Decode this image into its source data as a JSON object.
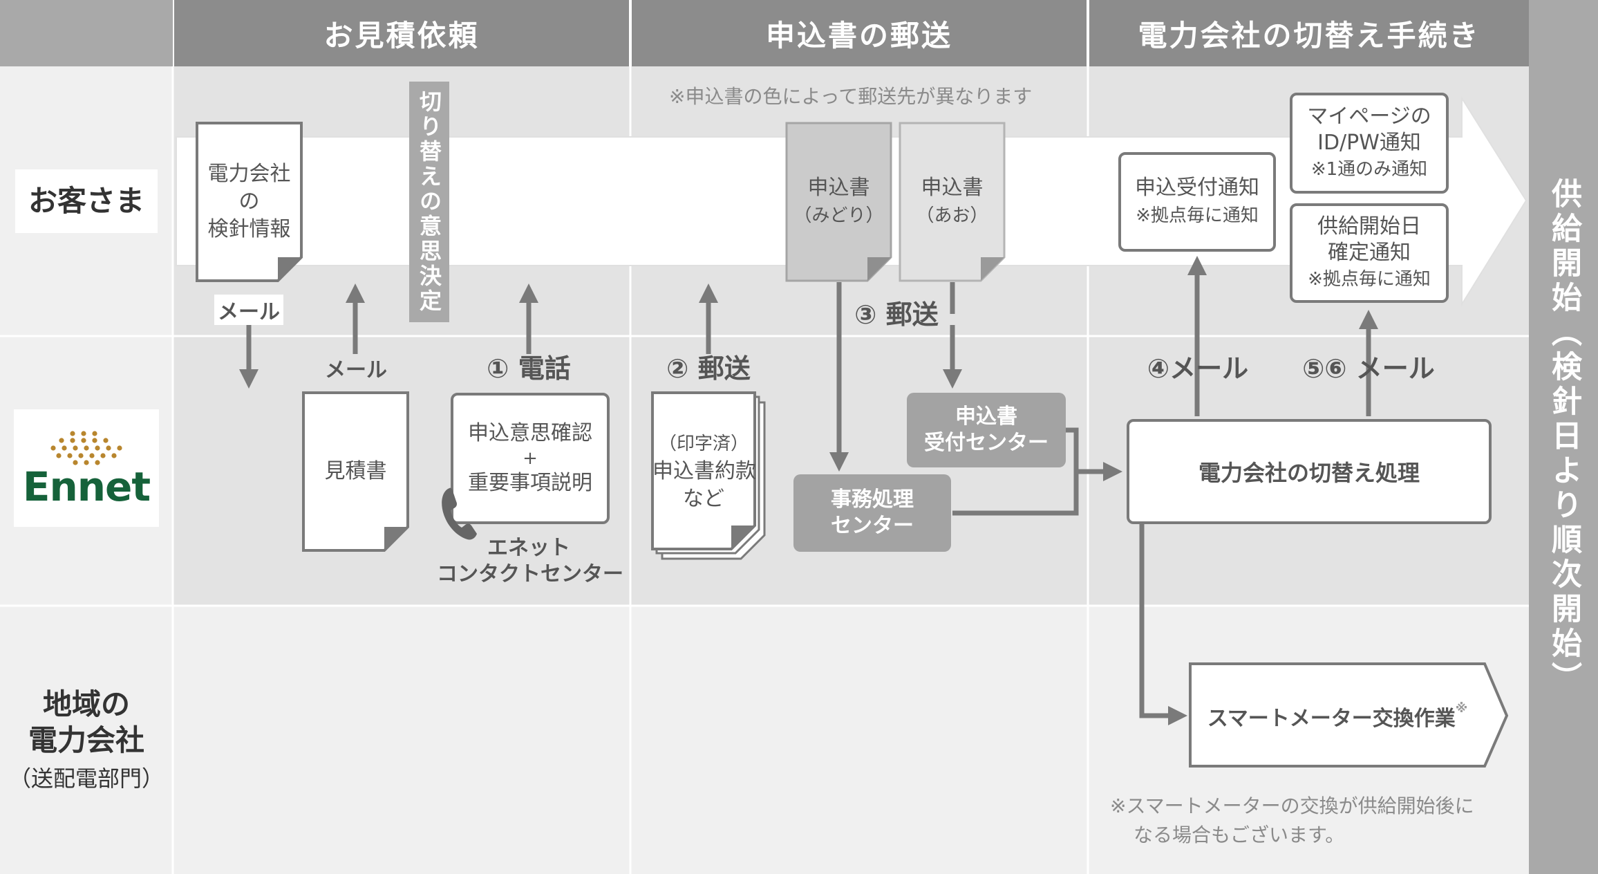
{
  "headers": {
    "col1": "お見積依頼",
    "col2": "申込書の郵送",
    "col3": "電力会社の切替え手続き"
  },
  "rows": {
    "customer": "お客さま",
    "ennet_logo": "Ennet",
    "utility_main_1": "地域の",
    "utility_main_2": "電力会社",
    "utility_sub": "（送配電部門）"
  },
  "side_label": "供給開始（検針日より順次開始）",
  "decision_bar": "切り替えの意思決定",
  "notes": {
    "color_note": "※申込書の色によって郵送先が異なります",
    "meter_note_1": "※スマートメーターの交換が供給開始後に",
    "meter_note_2": "なる場合もございます。"
  },
  "docs": {
    "meter_info": [
      "電力会社",
      "の",
      "検針情報"
    ],
    "estimate": "見積書",
    "app_green": [
      "申込書",
      "（みどり）"
    ],
    "app_blue": [
      "申込書",
      "（あお）"
    ],
    "printed_docs": [
      "（印字済）",
      "申込書約款",
      "など"
    ]
  },
  "boxes": {
    "confirm": [
      "申込意思確認",
      "+",
      "重要事項説明"
    ],
    "contact_center": [
      "エネット",
      "コンタクトセンター"
    ],
    "office_center": [
      "事務処理",
      "センター"
    ],
    "reception_center": [
      "申込書",
      "受付センター"
    ],
    "switch_process": "電力会社の切替え処理",
    "accept_notice": [
      "申込受付通知",
      "※拠点毎に通知"
    ],
    "mypage_notice": [
      "マイページの",
      "ID/PW通知",
      "※1通のみ通知"
    ],
    "supply_notice": [
      "供給開始日",
      "確定通知",
      "※拠点毎に通知"
    ],
    "smart_meter": "スマートメーター交換作業",
    "smart_meter_mark": "※"
  },
  "labels": {
    "mail1": "メール",
    "mail2": "メール",
    "phone": "① 電話",
    "post2": "② 郵送",
    "post3": "③ 郵送",
    "mail4": "④メール",
    "mail56": "⑤⑥ メール"
  },
  "icons": {
    "phone": "phone-icon",
    "logo_dots": "logo-dots-icon"
  },
  "colors": {
    "header_gray": "#8c8c8c",
    "lane_light": "#f0f0f0",
    "lane_mid": "#e3e3e3",
    "box_gray": "#a3a3a3",
    "line": "#7a7a7a",
    "logo_green": "#16623a",
    "logo_gold": "#b8862e"
  }
}
